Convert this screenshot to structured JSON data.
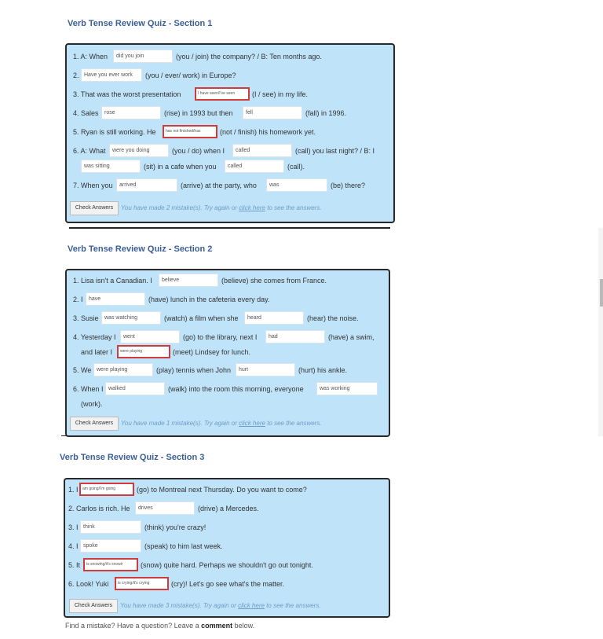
{
  "top_fragment": "",
  "section1": {
    "title": "Verb Tense Review Quiz - Section 1",
    "q1": {
      "a": "1. A: When",
      "in1": "did you join",
      "b": "(you / join) the company? / B: Ten months ago."
    },
    "q2": {
      "a": "2.",
      "in1": "Have you ever work",
      "b": "(you / ever/ work) in Europe?"
    },
    "q3": {
      "a": "3.  That was the worst presentation",
      "in1": "I have seen/I've seen",
      "b": "(I / see) in my life."
    },
    "q4": {
      "a": "4. Sales",
      "in1": "rose",
      "b": "(rise) in 1993 but then",
      "in2": "fell",
      "c": "(fall) in 1996."
    },
    "q5": {
      "a": "5. Ryan is still working. He",
      "in1": "has not finished/has",
      "b": "(not / finish) his homework yet."
    },
    "q6": {
      "a": "6. A: What",
      "in1": "were you doing",
      "b": "(you / do) when I",
      "in2": "called",
      "c": "(call) you last night? / B: I",
      "in3": "was sitting",
      "d": "(sit) in a cafe when you",
      "in4": "called",
      "e": "(call)."
    },
    "q7": {
      "a": "7. When you",
      "in1": "arrived",
      "b": "(arrive) at the party, who",
      "in2": "was",
      "c": "(be) there?"
    },
    "check": "Check Answers",
    "fb_a": "You have made 2 mistake(s). Try again or",
    "fb_link": "click here",
    "fb_b": "to see the answers."
  },
  "section2": {
    "title": "Verb Tense Review Quiz - Section 2",
    "q1": {
      "a": "1. Lisa isn't a Canadian. I",
      "in1": "believe",
      "b": "(believe) she comes from France."
    },
    "q2": {
      "a": "2. I",
      "in1": "have",
      "b": "(have) lunch in the cafeteria every day."
    },
    "q3": {
      "a": "3. Susie",
      "in1": "was watching",
      "b": "(watch) a film when she",
      "in2": "heard",
      "c": "(hear) the noise."
    },
    "q4": {
      "a": "4. Yesterday I",
      "in1": "went",
      "b": "(go) to the library, next I",
      "in2": "had",
      "c": "(have) a swim,",
      "d": "and later I",
      "in3": "were playing",
      "e": "(meet) Lindsey for lunch."
    },
    "q5": {
      "a": "5. We",
      "in1": "were playing",
      "b": "(play) tennis when John",
      "in2": "hurt",
      "c": "(hurt) his ankle."
    },
    "q6": {
      "a": "6. When I",
      "in1": "walked",
      "b": "(walk) into the room this morning, everyone",
      "in2": "was working",
      "c": "(work)."
    },
    "check": "Check Answers",
    "fb_a": "You have made 1 mistake(s). Try again or",
    "fb_link": "click here",
    "fb_b": "to see the answers."
  },
  "section3": {
    "title": "Verb Tense Review Quiz - Section 3",
    "q1": {
      "a": "1. I",
      "in1": "am going/I'm going",
      "b": "(go) to Montreal next Thursday. Do you want to come?"
    },
    "q2": {
      "a": "2. Carlos is rich. He",
      "in1": "drives",
      "b": "(drive) a Mercedes."
    },
    "q3": {
      "a": "3. I",
      "in1": "think",
      "b": "(think) you're crazy!"
    },
    "q4": {
      "a": "4. I",
      "in1": "spoke",
      "b": "(speak) to him last week."
    },
    "q5": {
      "a": "5. It",
      "in1": "is snowing/it's snowir",
      "b": "(snow) quite hard. Perhaps we shouldn't go out tonight."
    },
    "q6": {
      "a": "6. Look! Yuki",
      "in1": "is crying/it's crying",
      "b": "(cry)! Let's go see what's the matter."
    },
    "check": "Check Answers",
    "fb_a": "You have made 3 mistake(s). Try again or",
    "fb_link": "click here",
    "fb_b": "to see the answers."
  },
  "footer": {
    "a": "Find a mistake? Have a question? Leave a",
    "b": "comment",
    "c": "below."
  },
  "colors": {
    "panel": "#bfe3f9",
    "title": "#3b5f96",
    "feedback": "#6f9dc6",
    "error": "#d13b3b"
  }
}
